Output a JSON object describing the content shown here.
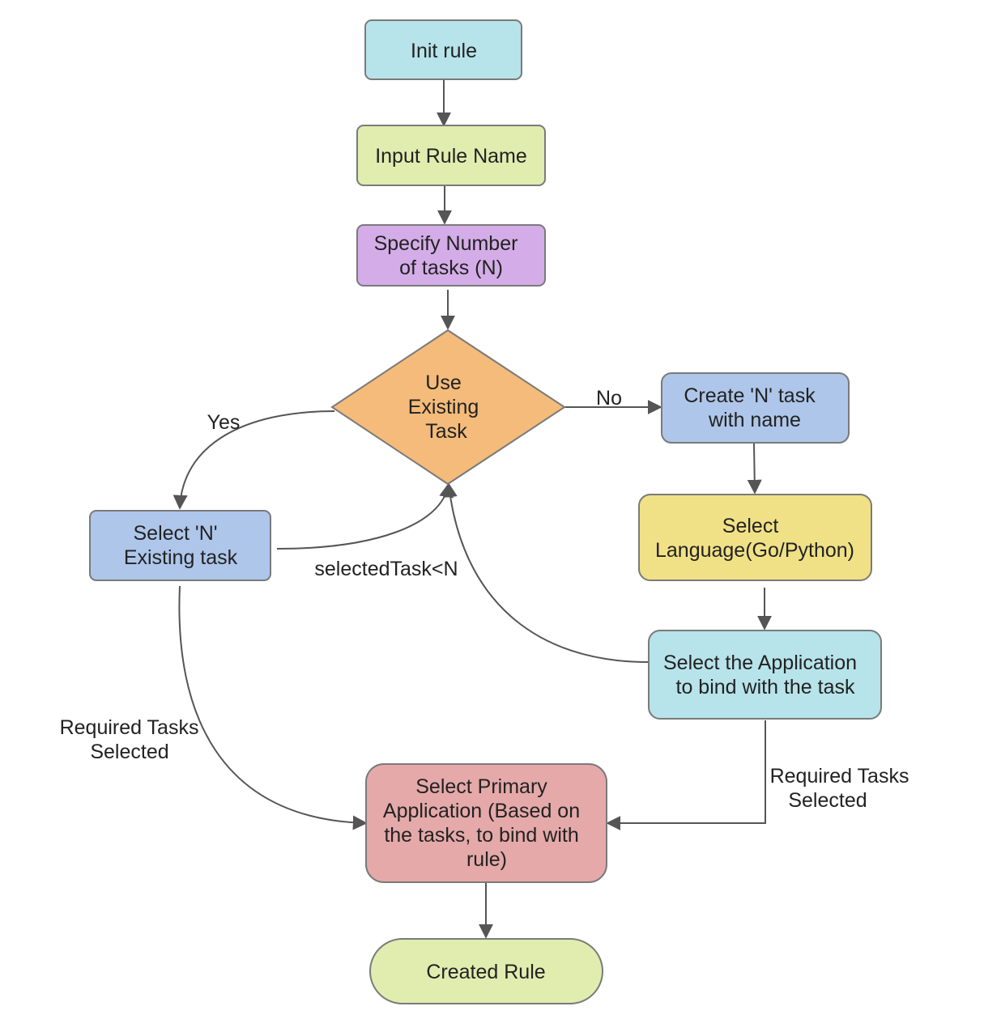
{
  "colors": {
    "cyan": "#b7e3ea",
    "green": "#e1ecaf",
    "purple": "#d4ade8",
    "orange": "#f4bb7a",
    "blue": "#aec6ea",
    "yellow": "#f1e186",
    "red": "#e5a9a9",
    "edge": "#555555"
  },
  "nodes": {
    "init_rule": {
      "lines": [
        "Init rule"
      ]
    },
    "input_rule_name": {
      "lines": [
        "Input Rule Name"
      ]
    },
    "specify_number": {
      "lines": [
        "Specify Number",
        "of tasks (N)"
      ]
    },
    "use_existing": {
      "lines": [
        "Use",
        "Existing",
        "Task"
      ]
    },
    "create_task": {
      "lines": [
        "Create 'N' task",
        "with name"
      ]
    },
    "select_existing": {
      "lines": [
        "Select 'N'",
        "Existing task"
      ]
    },
    "select_language": {
      "lines": [
        "Select",
        "Language(Go/Python)"
      ]
    },
    "select_application": {
      "lines": [
        "Select the Application",
        "to bind with the task"
      ]
    },
    "select_primary": {
      "lines": [
        "Select Primary",
        "Application (Based on",
        "the tasks, to bind with",
        "rule)"
      ]
    },
    "created_rule": {
      "lines": [
        "Created Rule"
      ]
    }
  },
  "edge_labels": {
    "no": "No",
    "yes": "Yes",
    "selected_task_lt_n": "selectedTask<N",
    "required_left": [
      "Required Tasks",
      "Selected"
    ],
    "required_right": [
      "Required Tasks",
      "Selected"
    ]
  }
}
